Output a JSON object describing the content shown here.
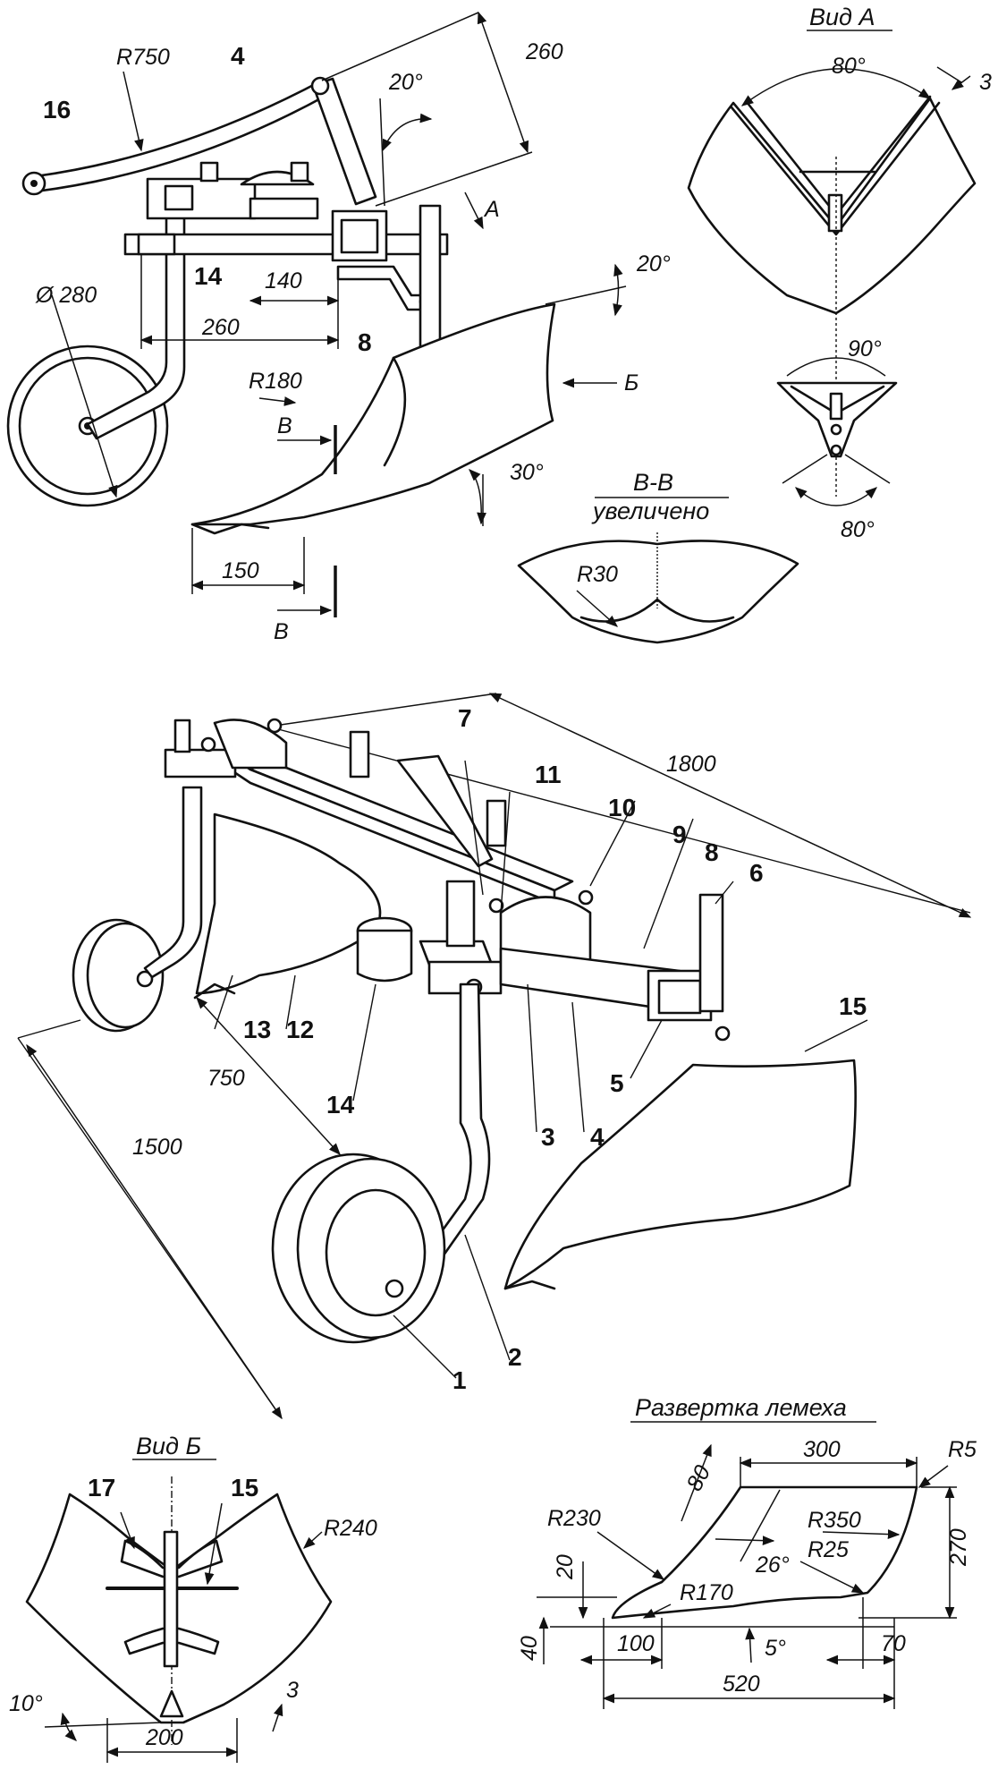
{
  "side_view": {
    "labels": {
      "r750": "R750",
      "part16": "16",
      "part4": "4",
      "dim260_top": "260",
      "angle20_top": "20°",
      "viewA_arrow": "A",
      "diam280": "Ø 280",
      "part14": "14",
      "dim140": "140",
      "dim260_mid": "260",
      "part8": "8",
      "angle20_right": "20°",
      "r180": "R180",
      "viewB_arrow": "Б",
      "sectionV_top": "В",
      "angle30": "30°",
      "dim150": "150",
      "sectionV_bottom": "В"
    }
  },
  "view_a": {
    "title": "Вид А",
    "labels": {
      "angle80_top": "80°",
      "dim3": "3",
      "angle90": "90°",
      "angle80_bottom": "80°"
    }
  },
  "section_vv": {
    "title": "В-В",
    "subtitle": "увеличено",
    "labels": {
      "r30": "R30"
    }
  },
  "assembly": {
    "labels": {
      "p7": "7",
      "p1800": "1800",
      "p11": "11",
      "p10": "10",
      "p9": "9",
      "p8": "8",
      "p6": "6",
      "p15": "15",
      "p13": "13",
      "p12": "12",
      "p14": "14",
      "p5": "5",
      "p3": "3",
      "p4": "4",
      "p750": "750",
      "p1500": "1500",
      "p1": "1",
      "p2": "2"
    }
  },
  "view_b": {
    "title": "Вид Б",
    "labels": {
      "p17": "17",
      "p15": "15",
      "r240": "R240",
      "angle10": "10°",
      "dim3": "3",
      "dim200": "200"
    }
  },
  "share_unfold": {
    "title": "Развертка лемеха",
    "labels": {
      "d300": "300",
      "r5": "R5",
      "d80": "80",
      "r230": "R230",
      "r350": "R350",
      "r25": "R25",
      "a26": "26°",
      "d270": "270",
      "d20": "20",
      "r170": "R170",
      "d40": "40",
      "d100": "100",
      "a5": "5°",
      "d70": "70",
      "d520": "520"
    }
  }
}
